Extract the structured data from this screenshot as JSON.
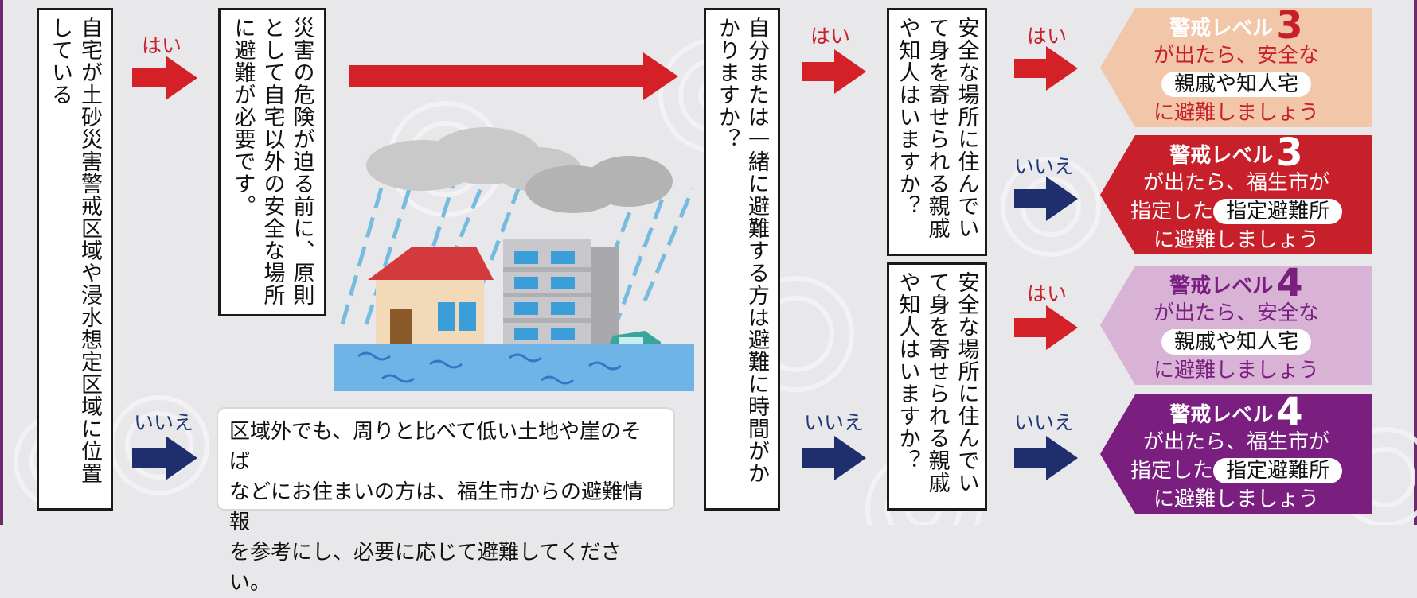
{
  "start": {
    "text": "自宅が土砂災害警戒区域や浸水想定区域に位置している"
  },
  "labels": {
    "yes": "はい",
    "no": "いいえ"
  },
  "must_evacuate": {
    "text": "災害の危険が迫る前に、原則として自宅以外の安全な場所に避難が必要です。"
  },
  "outside_note": {
    "lines": [
      "区域外でも、周りと比べて低い土地や崖のそば",
      "などにお住まいの方は、福生市からの避難情報",
      "を参考にし、必要に応じて避難してください。"
    ]
  },
  "time_question": {
    "text": "自分または一緒に避難する方は避難に時間がかかりますか？"
  },
  "relative_question": {
    "text": "安全な場所に住んでいて身を寄せられる親戚や知人はいますか？"
  },
  "results": [
    {
      "level_label": "警戒レベル",
      "level": "3",
      "line2": "が出たら、安全な",
      "pill": "親戚や知人宅",
      "pill_prefix": "",
      "line4": "に避難しましょう",
      "bg": "#f2c6a8",
      "fg": "#c8202a",
      "style": "light"
    },
    {
      "level_label": "警戒レベル",
      "level": "3",
      "line2": "が出たら、福生市が",
      "pill": "指定避難所",
      "pill_prefix": "指定した",
      "line4": "に避難しましょう",
      "bg": "#c8202a",
      "fg": "#ffffff",
      "style": "dark"
    },
    {
      "level_label": "警戒レベル",
      "level": "4",
      "line2": "が出たら、安全な",
      "pill": "親戚や知人宅",
      "pill_prefix": "",
      "line4": "に避難しましょう",
      "bg": "#d9b3d6",
      "fg": "#7a1e80",
      "style": "light"
    },
    {
      "level_label": "警戒レベル",
      "level": "4",
      "line2": "が出たら、福生市が",
      "pill": "指定避難所",
      "pill_prefix": "指定した",
      "line4": "に避難しましょう",
      "bg": "#7a1e80",
      "fg": "#ffffff",
      "style": "dark"
    }
  ],
  "colors": {
    "yes_arrow": "#d42027",
    "no_arrow": "#1f2f6e",
    "frame": "#6b2a6b"
  }
}
